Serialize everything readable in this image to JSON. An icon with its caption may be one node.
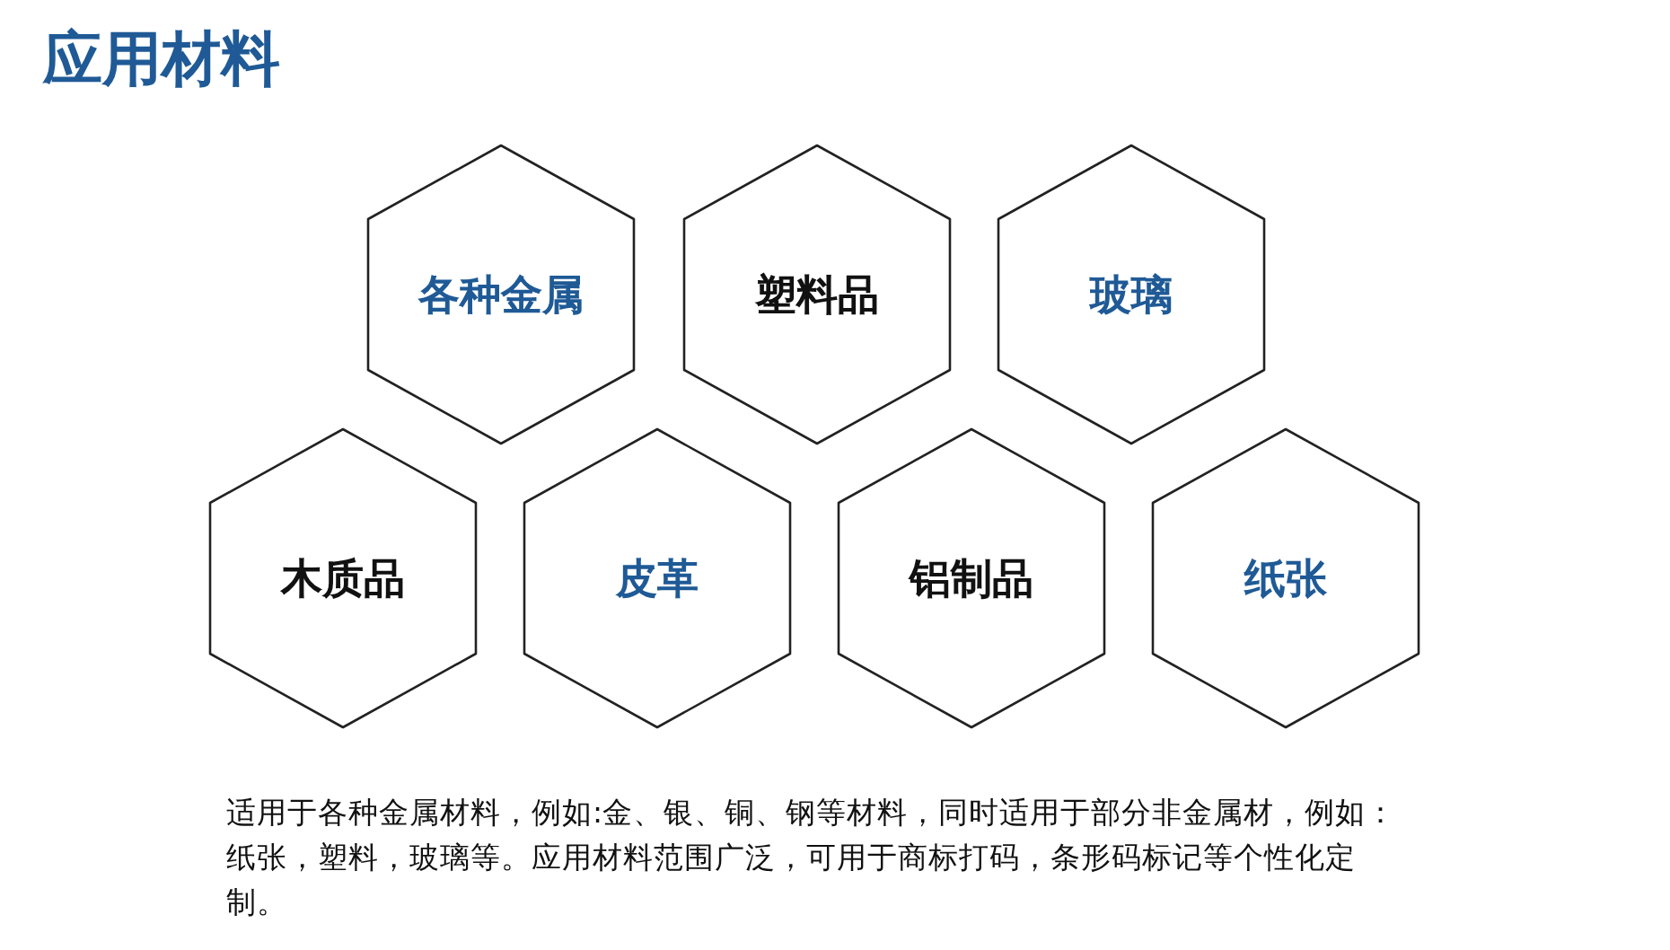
{
  "diagram": {
    "title": "应用材料",
    "nodes": [
      {
        "text": [
          "各种金属"
        ]
      },
      {
        "text": [
          "塑料品"
        ]
      },
      {
        "text": [
          "玻璃"
        ]
      },
      {
        "text": [
          "木质品"
        ]
      },
      {
        "text": [
          "皮革"
        ]
      },
      {
        "text": [
          "铝制品"
        ]
      },
      {
        "text": [
          "纸张"
        ]
      }
    ],
    "labels": [
      "适用于各种金属材料，例如:金、银、铜、钢等材料，同时适用于部分非金属材，例如：纸张，塑料，玻璃等。应用材料范围广泛，可用于商标打码，条形码标记等个性化定制。"
    ]
  }
}
